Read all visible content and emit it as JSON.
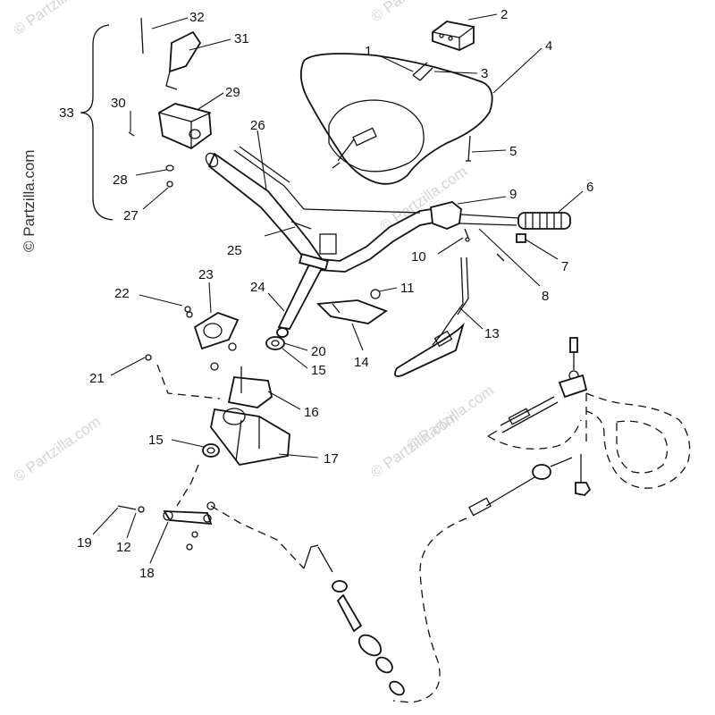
{
  "watermarks": {
    "vertical": "© Partzilla.com",
    "diagonal": "© Partzilla.com"
  },
  "callouts": {
    "c1": "1",
    "c2": "2",
    "c3": "3",
    "c4": "4",
    "c5": "5",
    "c6": "6",
    "c7": "7",
    "c8": "8",
    "c9": "9",
    "c10": "10",
    "c11": "11",
    "c12": "12",
    "c13": "13",
    "c14": "14",
    "c15a": "15",
    "c15b": "15",
    "c16": "16",
    "c17": "17",
    "c18": "18",
    "c19": "19",
    "c20": "20",
    "c21": "21",
    "c22": "22",
    "c23": "23",
    "c24": "24",
    "c25": "25",
    "c26": "26",
    "c27": "27",
    "c28": "28",
    "c29": "29",
    "c30": "30",
    "c31": "31",
    "c32": "32",
    "c33": "33"
  },
  "colors": {
    "line": "#111111",
    "watermark": "#d4d4d4",
    "background": "#ffffff"
  }
}
